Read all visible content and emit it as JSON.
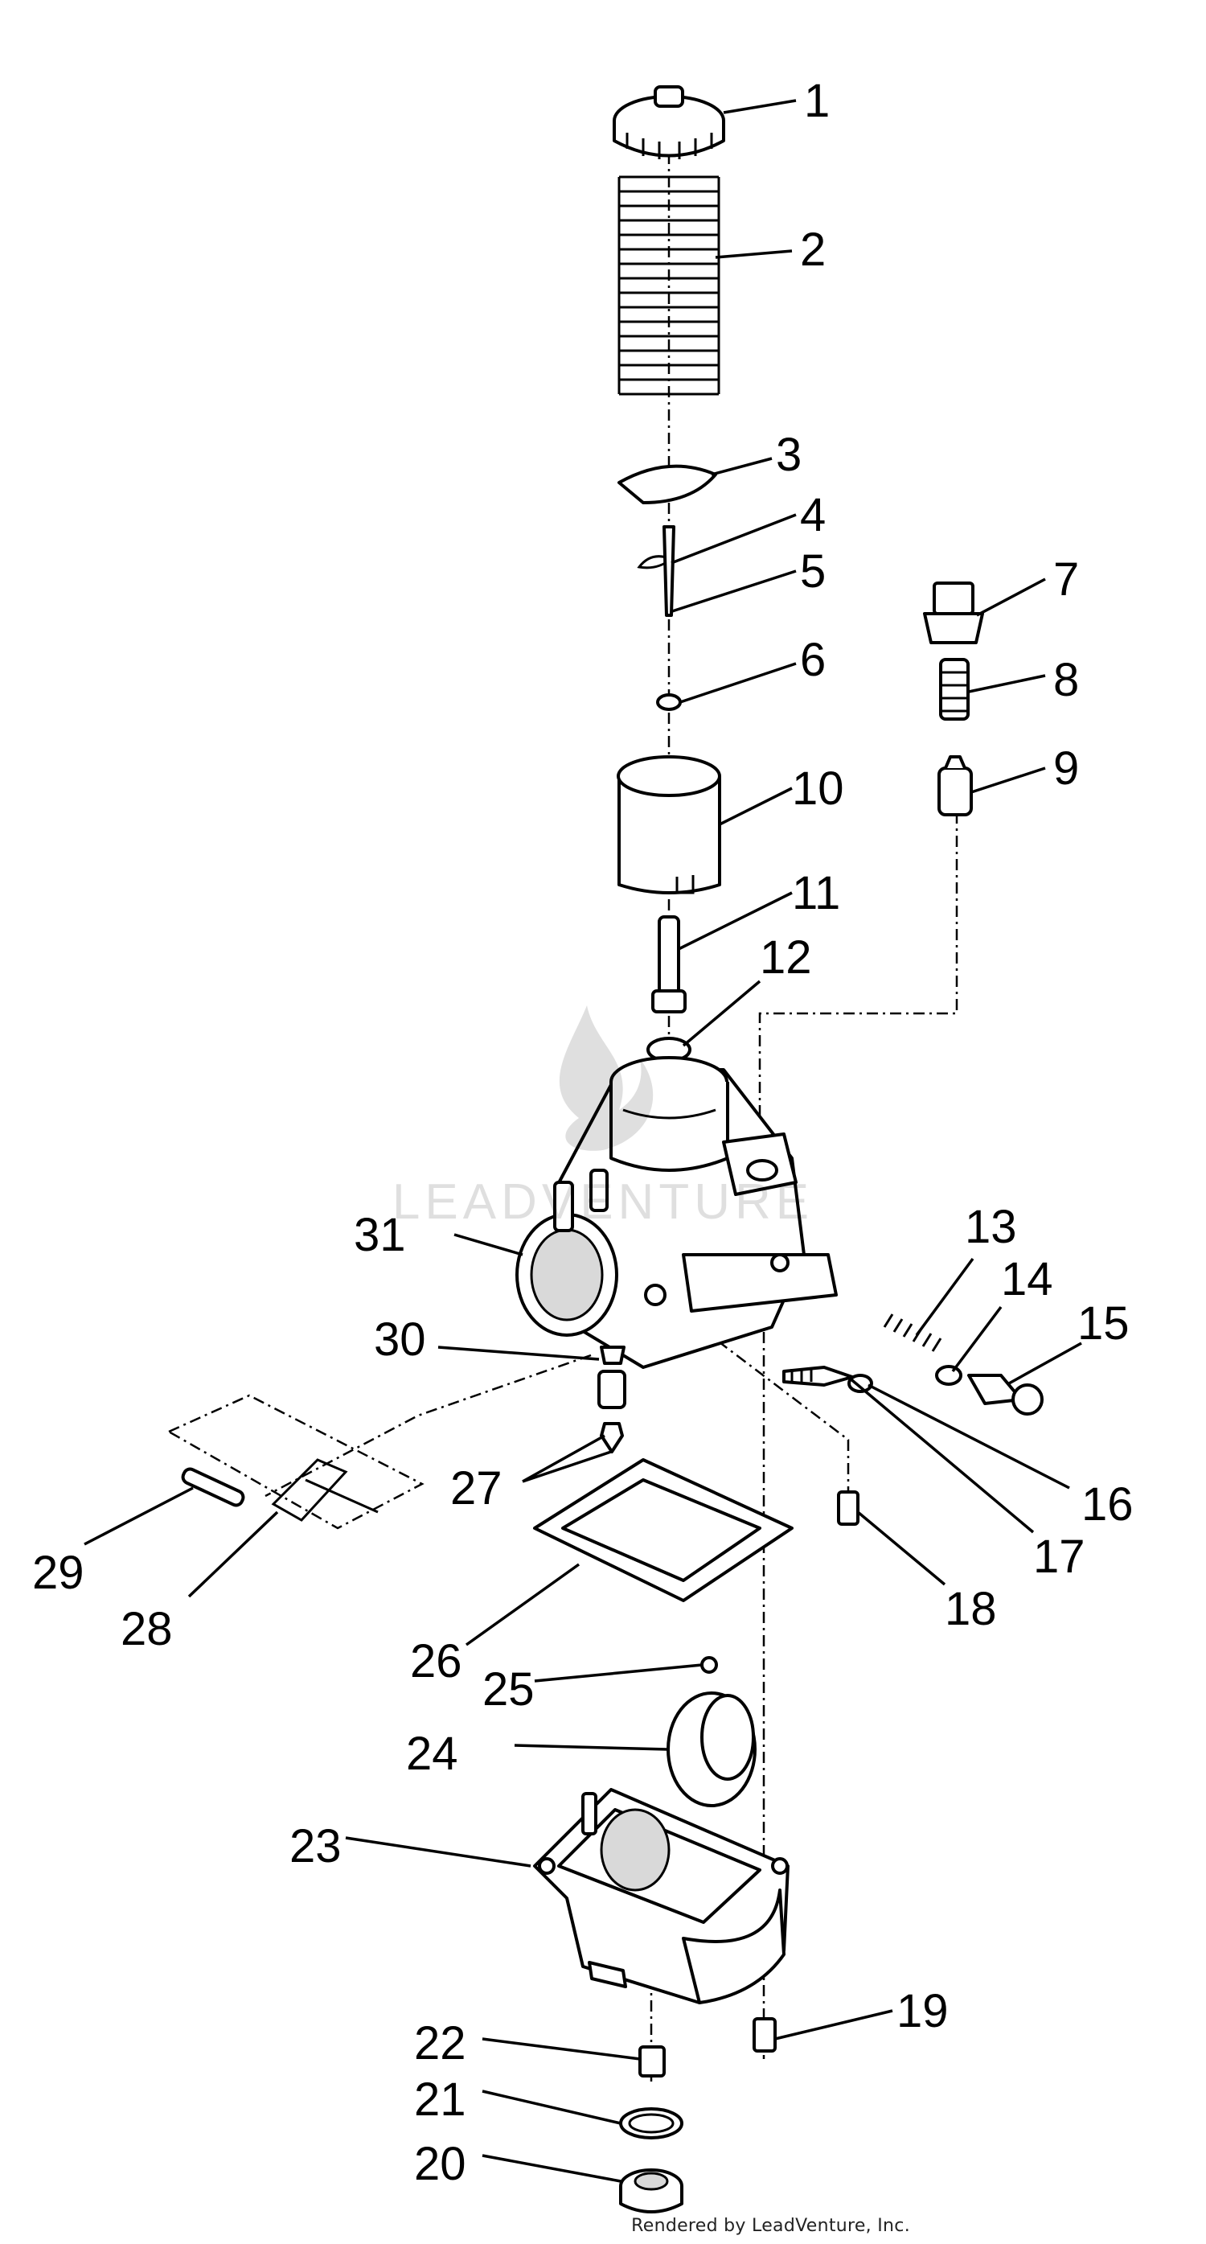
{
  "labels": [
    "1",
    "2",
    "3",
    "4",
    "5",
    "6",
    "7",
    "8",
    "9",
    "10",
    "11",
    "12",
    "13",
    "14",
    "15",
    "16",
    "17",
    "18",
    "19",
    "20",
    "21",
    "22",
    "23",
    "24",
    "25",
    "26",
    "27",
    "28",
    "29",
    "30",
    "31"
  ],
  "watermark": {
    "text": "LEADVENTURE",
    "icon": "flame-icon"
  },
  "credit": "Rendered by LeadVenture, Inc."
}
